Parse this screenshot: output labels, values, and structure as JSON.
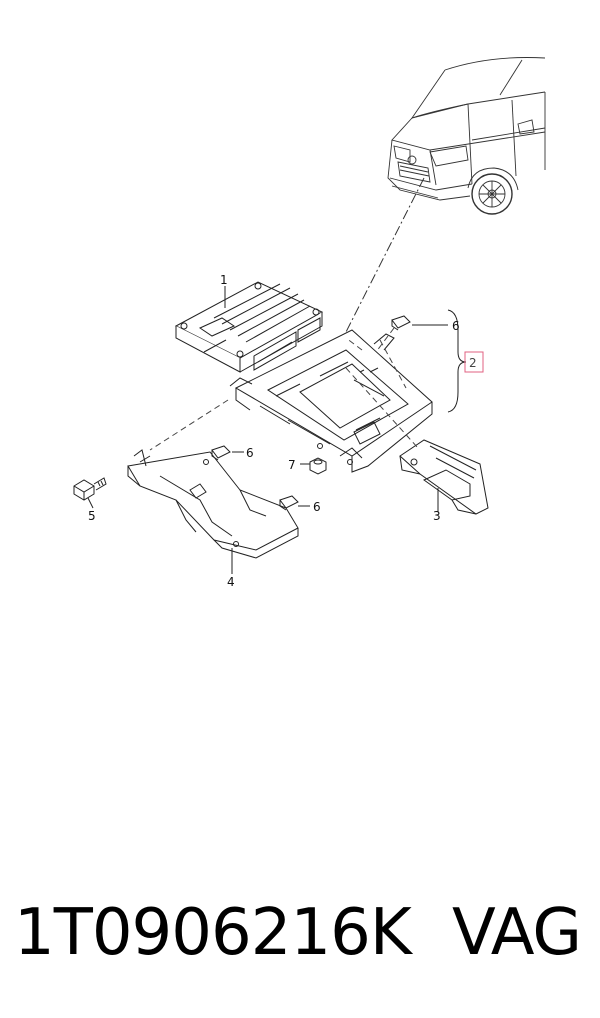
{
  "diagram": {
    "callouts": [
      {
        "id": "1",
        "text": "1"
      },
      {
        "id": "2",
        "text": "2"
      },
      {
        "id": "3",
        "text": "3"
      },
      {
        "id": "4",
        "text": "4"
      },
      {
        "id": "5",
        "text": "5"
      },
      {
        "id": "6a",
        "text": "6"
      },
      {
        "id": "6b",
        "text": "6"
      },
      {
        "id": "6c",
        "text": "6"
      },
      {
        "id": "7",
        "text": "7"
      }
    ],
    "accent_color": "#e06080"
  },
  "footer": {
    "part_number": "1T0906216K",
    "brand": "VAG"
  }
}
